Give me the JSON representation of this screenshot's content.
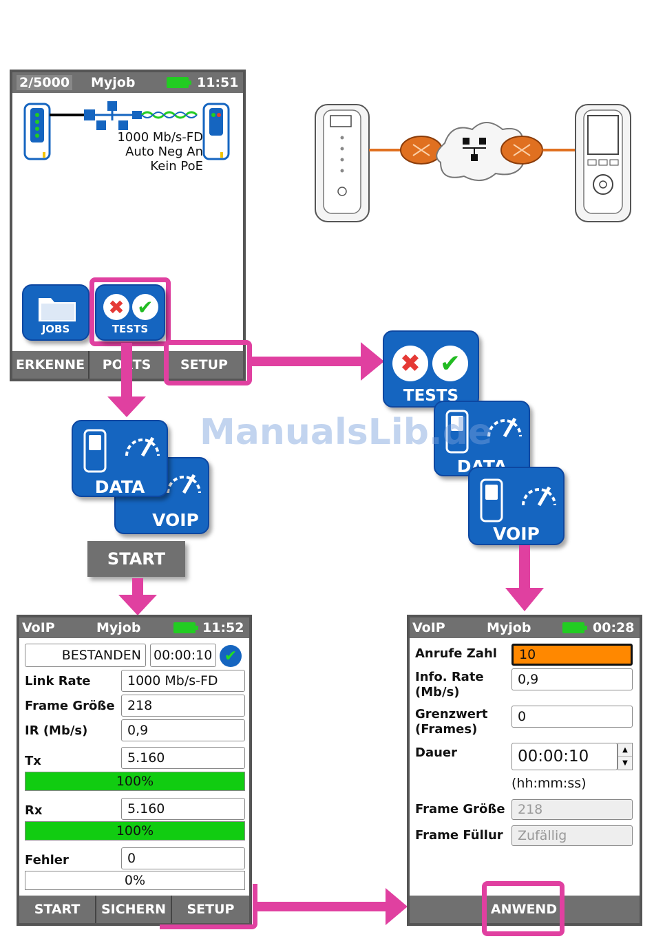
{
  "screen1": {
    "counter": "2/5000",
    "job": "Myjob",
    "time": "11:51",
    "link_lines": [
      "1000 Mb/s-FD",
      "Auto Neg An",
      "Kein PoE"
    ],
    "tile_jobs": "JOBS",
    "tile_tests": "TESTS",
    "softkeys": [
      "ERKENNE",
      "PORTS",
      "SETUP"
    ]
  },
  "flow": {
    "tests_label": "TESTS",
    "data_label": "DATA",
    "voip_label": "VOIP",
    "start_button": "START",
    "watermark": "ManualsLib.de"
  },
  "screen2": {
    "title": "VoIP",
    "job": "Myjob",
    "time": "11:52",
    "status": "BESTANDEN",
    "elapsed": "00:00:10",
    "rows": [
      {
        "label": "Link Rate",
        "value": "1000 Mb/s-FD"
      },
      {
        "label": "Frame Größe",
        "value": "218"
      },
      {
        "label": "IR (Mb/s)",
        "value": "0,9"
      }
    ],
    "tx_label": "Tx",
    "tx_value": "5.160",
    "tx_percent": "100%",
    "tx_fill": 1.0,
    "rx_label": "Rx",
    "rx_value": "5.160",
    "rx_percent": "100%",
    "rx_fill": 1.0,
    "err_label": "Fehler",
    "err_value": "0",
    "err_percent": "0%",
    "err_fill": 0.0,
    "softkeys": [
      "START",
      "SICHERN",
      "SETUP"
    ]
  },
  "screen3": {
    "title": "VoIP",
    "job": "Myjob",
    "time": "00:28",
    "calls_label": "Anrufe Zahl",
    "calls_value": "10",
    "rate_label_1": "Info. Rate",
    "rate_label_2": "(Mb/s)",
    "rate_value": "0,9",
    "thresh_label_1": "Grenzwert",
    "thresh_label_2": "(Frames)",
    "thresh_value": "0",
    "dur_label": "Dauer",
    "dur_value": "00:00:10",
    "dur_hint": "(hh:mm:ss)",
    "frame_size_label": "Frame Größe",
    "frame_size_value": "218",
    "frame_fill_label": "Frame Füllur",
    "frame_fill_value": "Zufällig",
    "softkey": "ANWEND"
  },
  "colors": {
    "accent_pink": "#e040a0",
    "tile_blue": "#1565c0",
    "progress_green": "#11cc11",
    "highlight_orange": "#ff8800",
    "bar_gray": "#707070"
  }
}
